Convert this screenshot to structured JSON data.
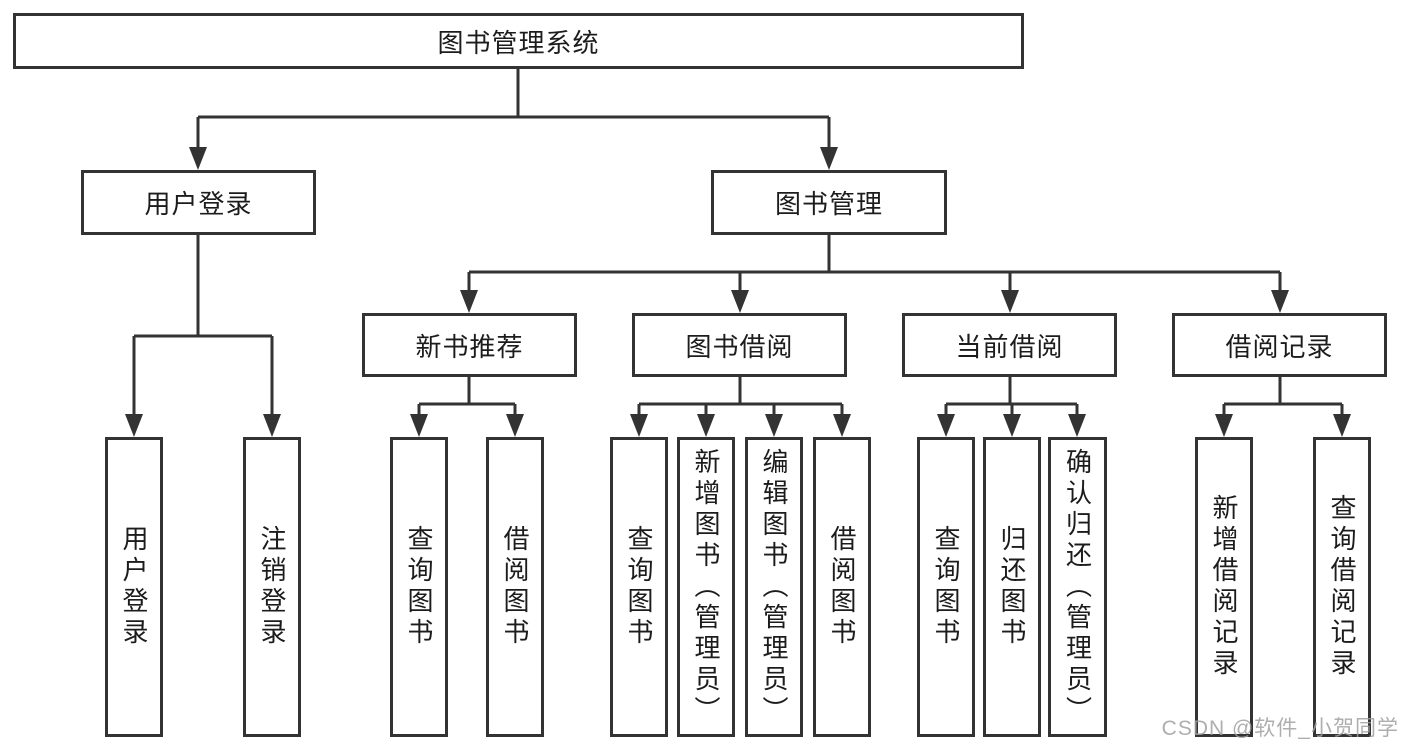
{
  "nodes": {
    "root": "图书管理系统",
    "userLogin": "用户登录",
    "bookManagement": "图书管理",
    "newBookRecommend": "新书推荐",
    "bookBorrowing": "图书借阅",
    "currentBorrowing": "当前借阅",
    "borrowingRecords": "借阅记录",
    "leafUserLogin": "用户登录",
    "leafLogout": "注销登录",
    "leafQueryBooksRecommend": "查询图书",
    "leafBorrowBooksRecommend": "借阅图书",
    "leafQueryBooksBorrowing": "查询图书",
    "leafAddBooks": "新增图书（管理员）",
    "leafEditBooks": "编辑图书（管理员）",
    "leafBorrowBooksBorrowing": "借阅图书",
    "leafQueryBooksCurrent": "查询图书",
    "leafReturnBooks": "归还图书",
    "leafConfirmReturn": "确认归还（管理员）",
    "leafAddBorrowRecord": "新增借阅记录",
    "leafQueryBorrowRecord": "查询借阅记录"
  },
  "watermark": {
    "text": "CSDN @软件_小贺同学"
  },
  "colors": {
    "line": "#333333",
    "text": "#1c1c1c",
    "background": "#ffffff",
    "watermark": "#a0a0a0"
  }
}
